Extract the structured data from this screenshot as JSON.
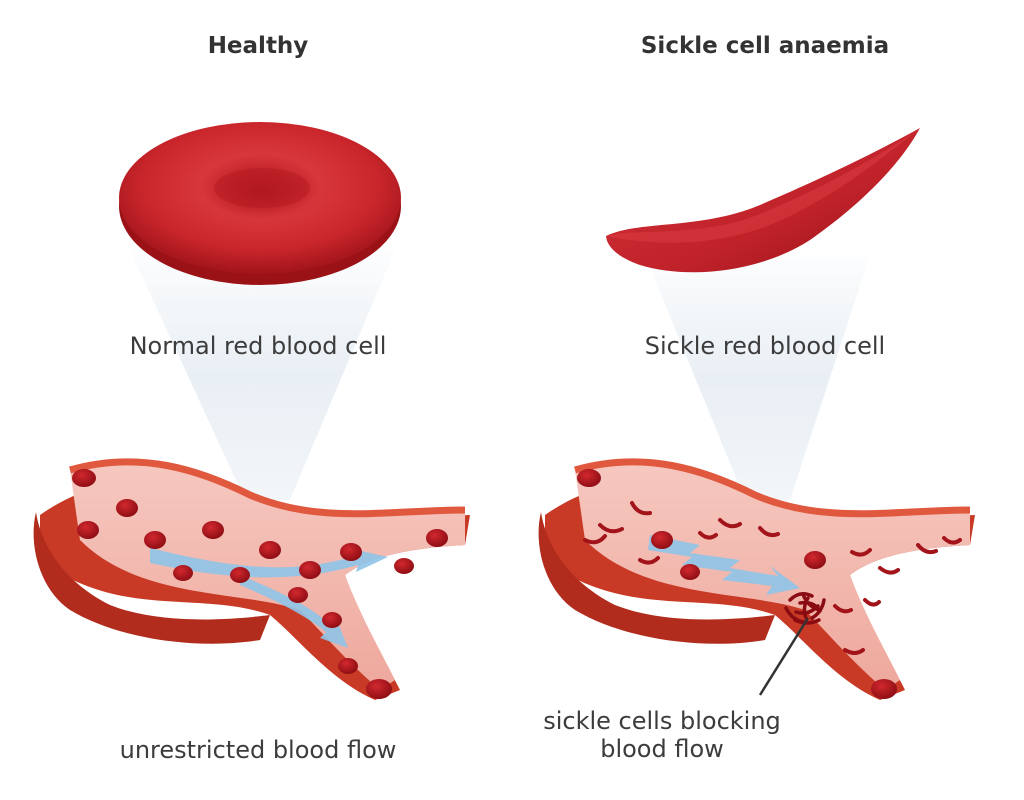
{
  "panels": {
    "healthy": {
      "heading": "Healthy",
      "cell_label": "Normal red blood cell",
      "flow_label": "unrestricted blood flow"
    },
    "sickle": {
      "heading": "Sickle cell anaemia",
      "cell_label": "Sickle red blood cell",
      "block_label_line1": "sickle cells blocking",
      "block_label_line2": "blood flow"
    }
  },
  "colors": {
    "cell_red": "#c8242a",
    "cell_dark": "#8e0f14",
    "vessel_outer": "#e0583e",
    "vessel_lumen": "#f2b7ad",
    "flow_arrow": "#8fc4e8",
    "spotlight": "#e8eef3"
  }
}
